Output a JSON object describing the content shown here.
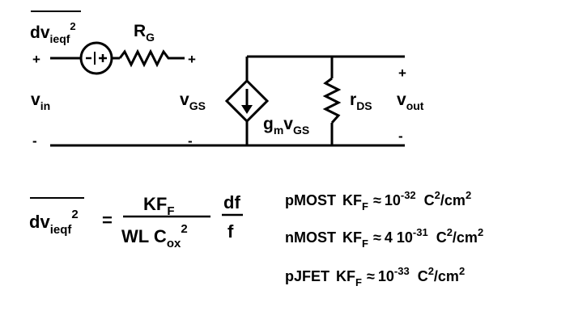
{
  "circuit": {
    "noise_source_label": "dv",
    "noise_source_sub": "ieqf",
    "noise_source_sup": "2",
    "resistor_label": "R",
    "resistor_sub": "G",
    "input_plus": "+",
    "input_plus_right": "+",
    "input_minus": "-",
    "input_minus_right": "-",
    "vin_label": "v",
    "vin_sub": "in",
    "vgs_label": "v",
    "vgs_sub": "GS",
    "gm_label": "g",
    "gm_sub": "m",
    "gm_v": "v",
    "gm_v_sub": "GS",
    "rds_label": "r",
    "rds_sub": "DS",
    "vout_label": "v",
    "vout_sub": "out",
    "out_plus": "+",
    "out_minus": "-"
  },
  "equation": {
    "lhs_dv": "dv",
    "lhs_sub": "ieqf",
    "lhs_sup": "2",
    "equals": "=",
    "num_kf": "KF",
    "num_kf_sub": "F",
    "den_wl": "WL C",
    "den_sub": "ox",
    "den_sup": "2",
    "df": "df",
    "f": "f"
  },
  "constants": [
    {
      "device": "pMOST",
      "kf": "KF",
      "kf_sub": "F",
      "approx": "≈",
      "mant": "10",
      "exp": "-32",
      "unit": "C",
      "unit_sup": "2",
      "unit_tail": "/cm",
      "unit_tail_sup": "2"
    },
    {
      "device": "nMOST",
      "kf": "KF",
      "kf_sub": "F",
      "approx": "≈",
      "mant": "4 10",
      "exp": "-31",
      "unit": "C",
      "unit_sup": "2",
      "unit_tail": "/cm",
      "unit_tail_sup": "2"
    },
    {
      "device": "pJFET",
      "kf": "KF",
      "kf_sub": "F",
      "approx": "≈",
      "mant": "10",
      "exp": "-33",
      "unit": "C",
      "unit_sup": "2",
      "unit_tail": "/cm",
      "unit_tail_sup": "2"
    }
  ]
}
